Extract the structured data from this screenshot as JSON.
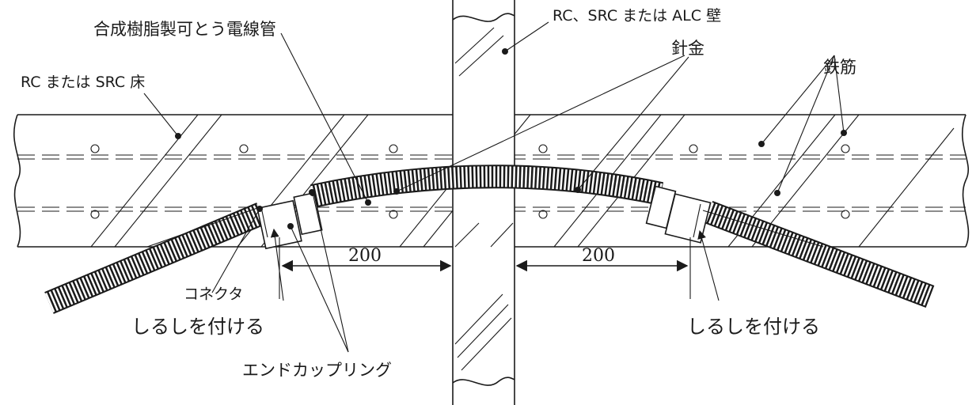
{
  "labels": {
    "conduit": "合成樹脂製可とう電線管",
    "wall": "RC、SRC または ALC 壁",
    "floor": "RC または SRC 床",
    "wire": "針金",
    "rebar": "鉄筋",
    "connector": "コネクタ",
    "mark_left": "しるしを付ける",
    "mark_right": "しるしを付ける",
    "end_coupling": "エンドカップリング",
    "dim_left": "200",
    "dim_right": "200"
  }
}
